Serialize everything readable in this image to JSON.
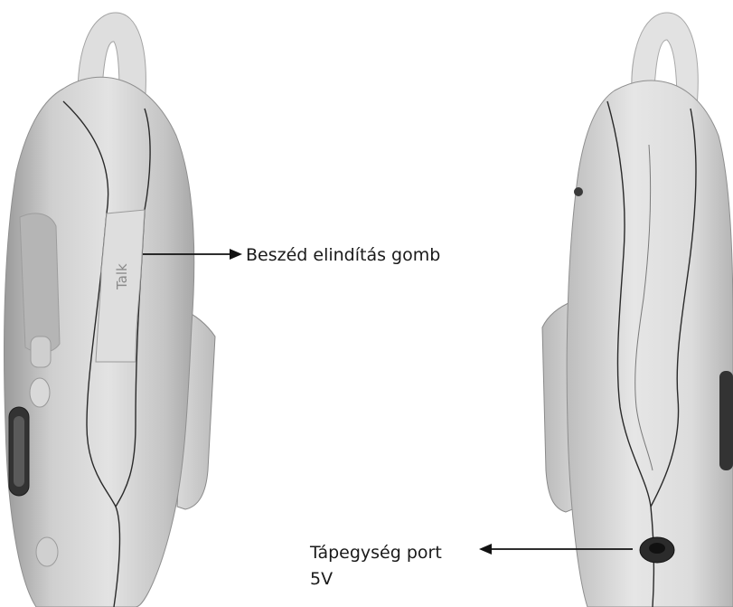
{
  "callouts": {
    "talk_button": "Beszéd elindítás gomb",
    "power_port_line1": "Tápegység port",
    "power_port_line2": "5V"
  },
  "device_button_label": "Talk",
  "colors": {
    "background": "#ffffff",
    "device_body": "#d4d4d4",
    "outline": "#2a2a2a",
    "arrow": "#111111"
  }
}
